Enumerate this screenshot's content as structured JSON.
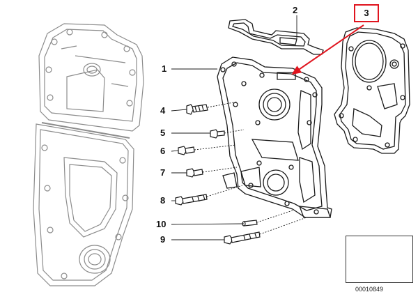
{
  "diagram": {
    "callouts": [
      {
        "id": "1",
        "label": "1"
      },
      {
        "id": "2",
        "label": "2"
      },
      {
        "id": "3",
        "label": "3"
      },
      {
        "id": "4",
        "label": "4"
      },
      {
        "id": "5",
        "label": "5"
      },
      {
        "id": "6",
        "label": "6"
      },
      {
        "id": "7",
        "label": "7"
      },
      {
        "id": "8",
        "label": "8"
      },
      {
        "id": "9",
        "label": "9"
      },
      {
        "id": "10",
        "label": "10"
      }
    ],
    "reference_number": "00010849",
    "colors": {
      "line": "#1a1a1a",
      "faded_line": "#8c8c8c",
      "highlight": "#e0141e"
    },
    "icons": [
      "car-silhouette-icon"
    ]
  }
}
